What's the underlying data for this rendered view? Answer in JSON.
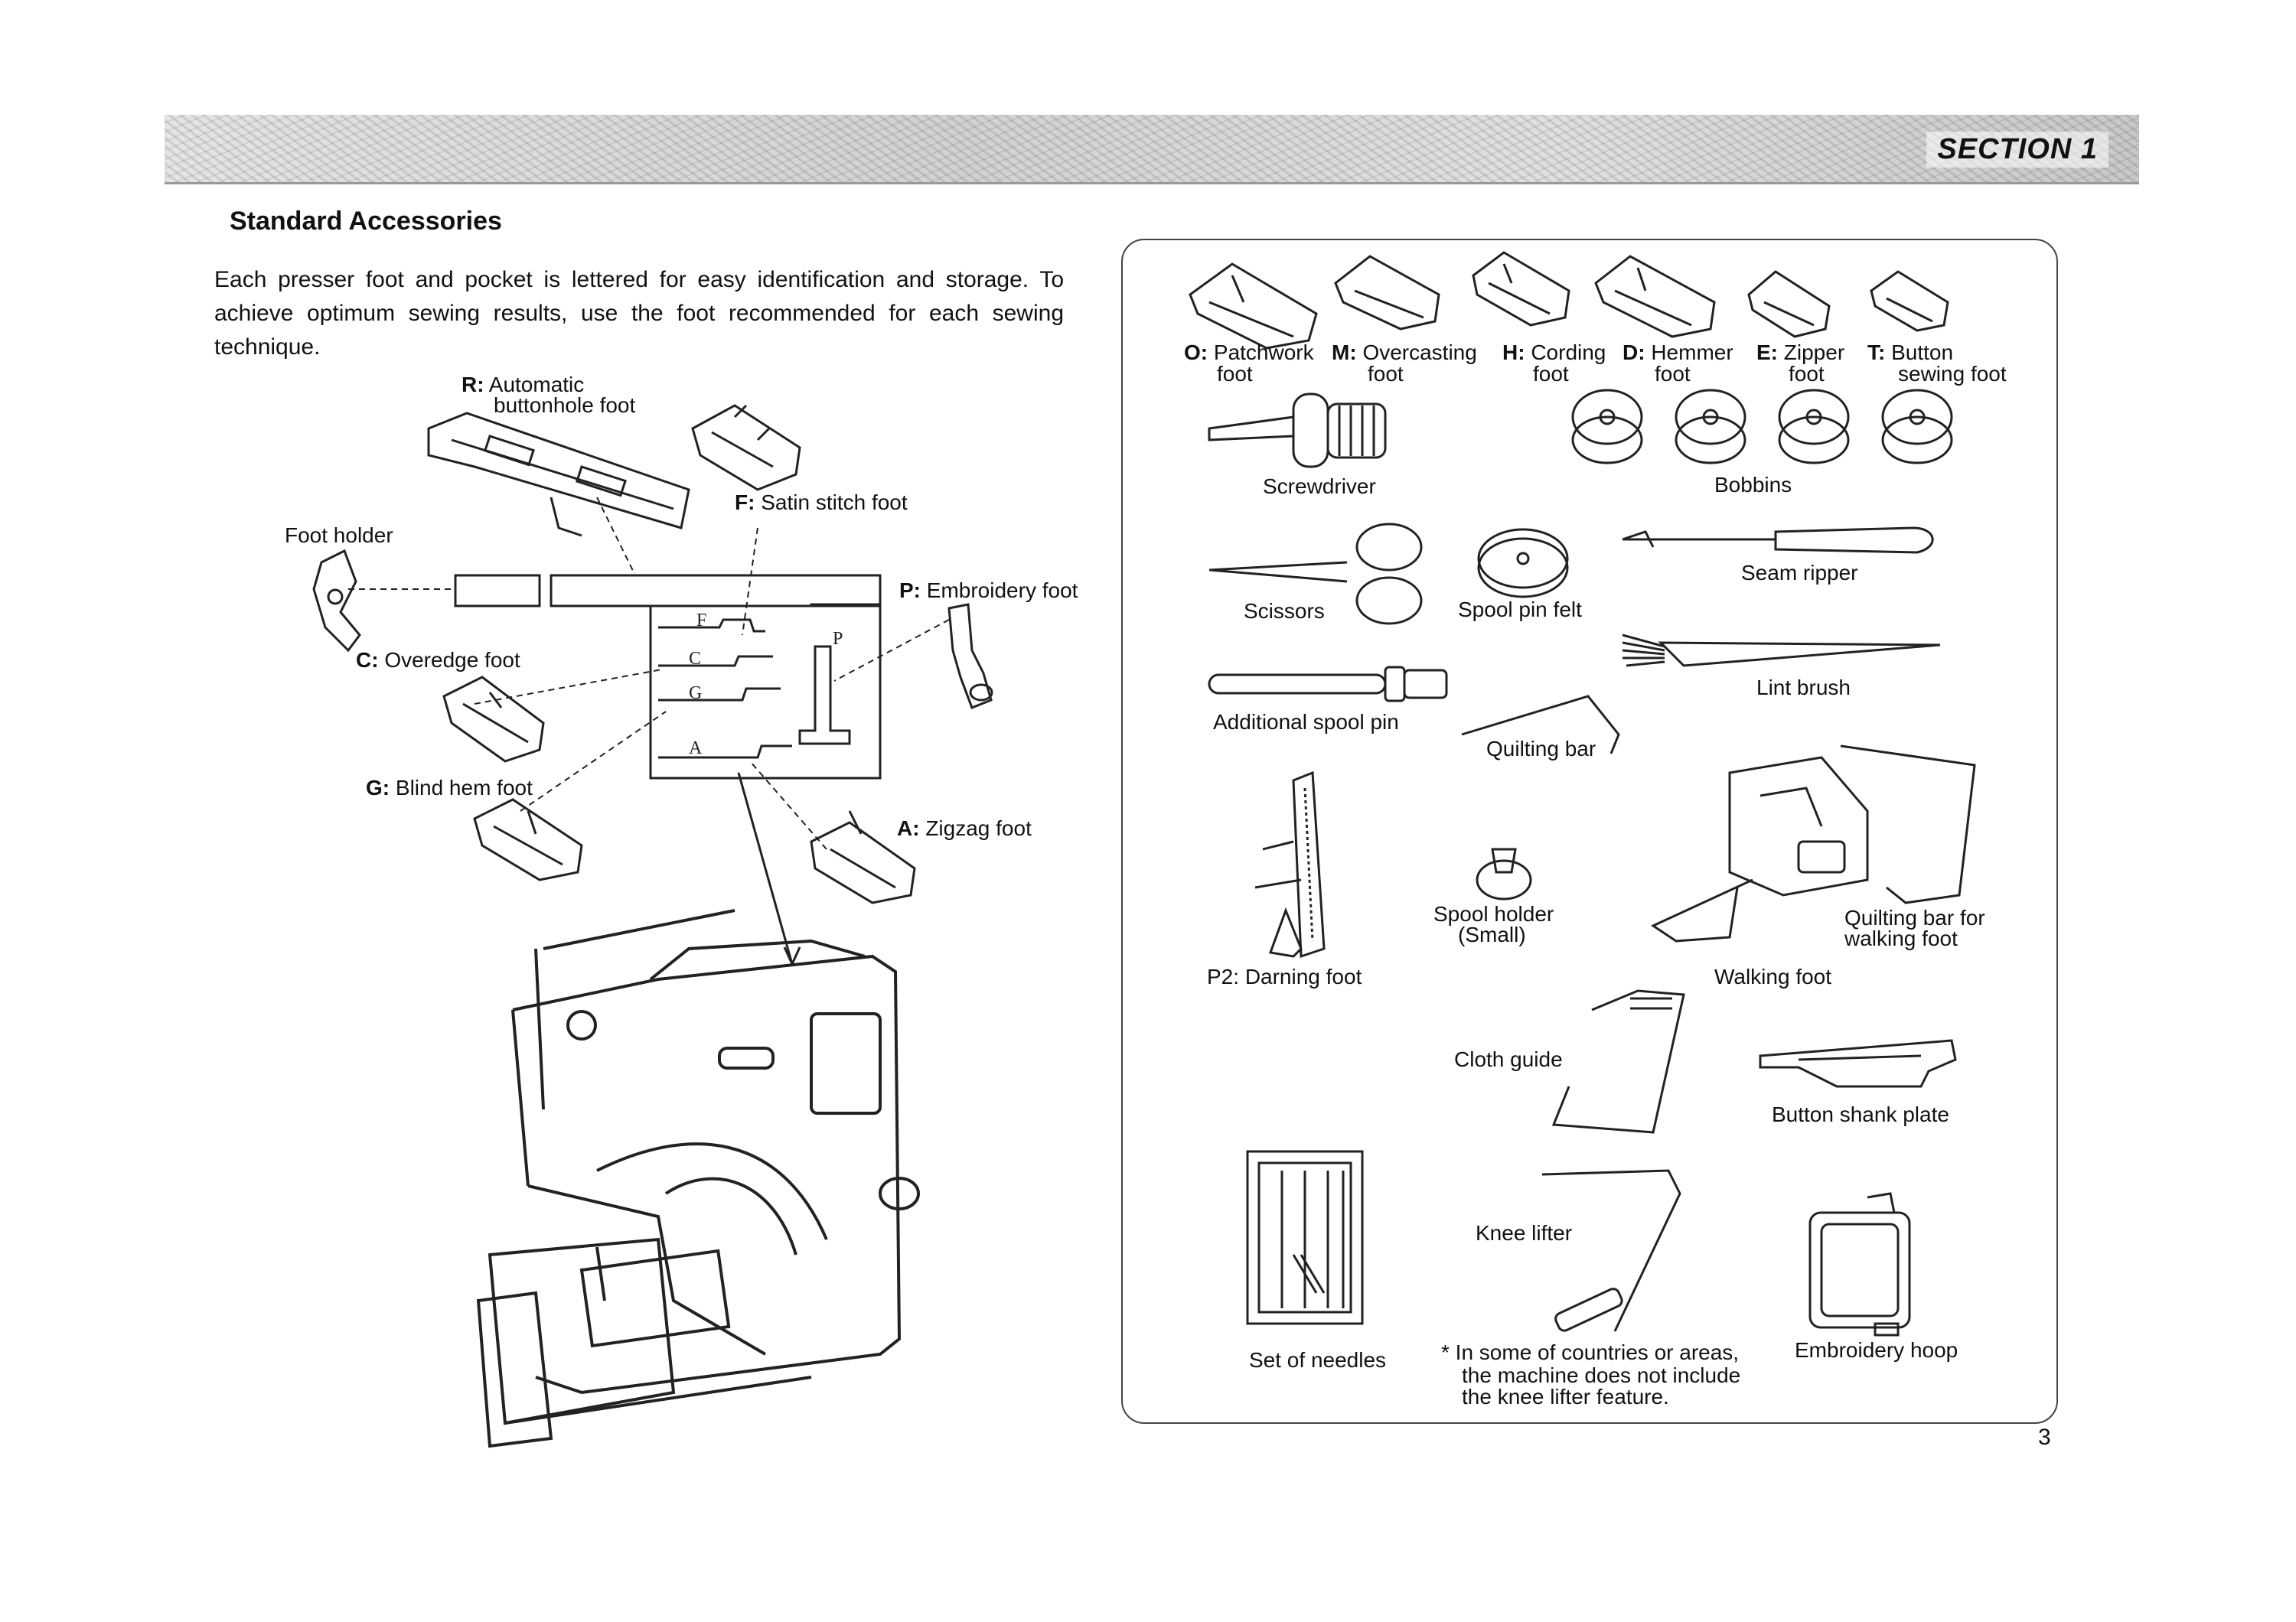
{
  "header": {
    "section_label": "SECTION 1"
  },
  "title": "Standard Accessories",
  "intro": "Each presser foot and pocket is lettered for easy identification and storage. To achieve optimum sewing results, use the foot recommended for each sewing technique.",
  "left_labels": {
    "r_code": "R:",
    "r_name1": "Automatic",
    "r_name2": "buttonhole foot",
    "f_code": "F:",
    "f_name": "Satin stitch foot",
    "foot_holder": "Foot holder",
    "p_code": "P:",
    "p_name": "Embroidery foot",
    "c_code": "C:",
    "c_name": "Overedge foot",
    "g_code": "G:",
    "g_name": "Blind hem foot",
    "a_code": "A:",
    "a_name": "Zigzag foot",
    "pocket_f": "F",
    "pocket_c": "C",
    "pocket_g": "G",
    "pocket_a": "A",
    "pocket_p": "P"
  },
  "feet_row": [
    {
      "code": "O:",
      "line1": "Patchwork",
      "line2": "foot"
    },
    {
      "code": "M:",
      "line1": "Overcasting",
      "line2": "foot"
    },
    {
      "code": "H:",
      "line1": "Cording",
      "line2": "foot"
    },
    {
      "code": "D:",
      "line1": "Hemmer",
      "line2": "foot"
    },
    {
      "code": "E:",
      "line1": "Zipper",
      "line2": "foot"
    },
    {
      "code": "T:",
      "line1": "Button",
      "line2": "sewing foot"
    }
  ],
  "accessories": {
    "screwdriver": "Screwdriver",
    "bobbins": "Bobbins",
    "scissors": "Scissors",
    "spool_pin_felt": "Spool pin felt",
    "seam_ripper": "Seam ripper",
    "lint_brush": "Lint brush",
    "additional_spool_pin": "Additional spool pin",
    "quilting_bar": "Quilting bar",
    "p2_code": "P2:",
    "darning_foot": "Darning foot",
    "spool_holder_1": "Spool holder",
    "spool_holder_2": "(Small)",
    "quilting_bar_walking_1": "Quilting bar for",
    "quilting_bar_walking_2": "walking foot",
    "walking_foot": "Walking foot",
    "cloth_guide": "Cloth guide",
    "button_shank_plate": "Button shank plate",
    "knee_lifter": "Knee lifter",
    "set_of_needles": "Set of needles",
    "embroidery_hoop": "Embroidery hoop",
    "note_1": "* In some of countries or areas,",
    "note_2": "the machine does not include",
    "note_3": "the knee lifter feature."
  },
  "page_number": "3"
}
